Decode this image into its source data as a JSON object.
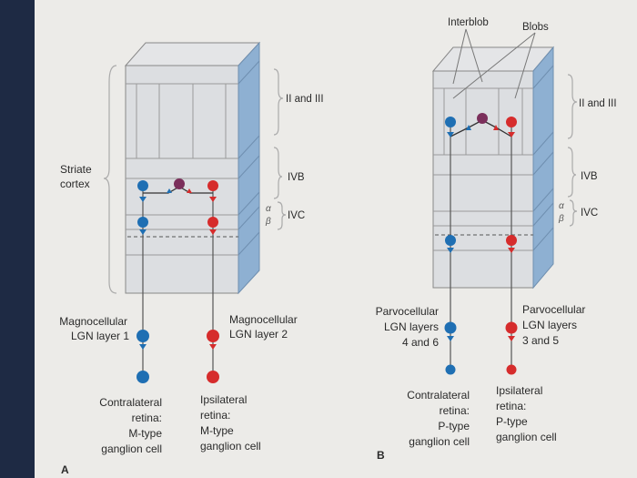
{
  "colors": {
    "contralateral": "#1f6fb3",
    "ipsilateral": "#d62c2c",
    "interneuron": "#7b2f5b",
    "cube_face": "#dadcdf",
    "cube_side": "#8eb0d2"
  },
  "panel_a": {
    "letter": "A",
    "region_label_1": "Striate",
    "region_label_2": "cortex",
    "layer_2_3": "II and III",
    "layer_4b": "IVB",
    "layer_4c": "IVC",
    "alpha": "α",
    "beta": "β",
    "lgn_left_1": "Magnocellular",
    "lgn_left_2": "LGN layer 1",
    "lgn_right_1": "Magnocellular",
    "lgn_right_2": "LGN layer 2",
    "retina_left": [
      "Contralateral",
      "retina:",
      "M-type",
      "ganglion cell"
    ],
    "retina_right": [
      "Ipsilateral",
      "retina:",
      "M-type",
      "ganglion cell"
    ]
  },
  "panel_b": {
    "letter": "B",
    "top_label_left": "Interblob",
    "top_label_right": "Blobs",
    "layer_2_3": "II and III",
    "layer_4b": "IVB",
    "layer_4c": "IVC",
    "alpha": "α",
    "beta": "β",
    "lgn_left": [
      "Parvocellular",
      "LGN layers",
      "4 and 6"
    ],
    "lgn_right": [
      "Parvocellular",
      "LGN layers",
      "3 and 5"
    ],
    "retina_left": [
      "Contralateral",
      "retina:",
      "P-type",
      "ganglion cell"
    ],
    "retina_right": [
      "Ipsilateral",
      "retina:",
      "P-type",
      "ganglion cell"
    ]
  }
}
